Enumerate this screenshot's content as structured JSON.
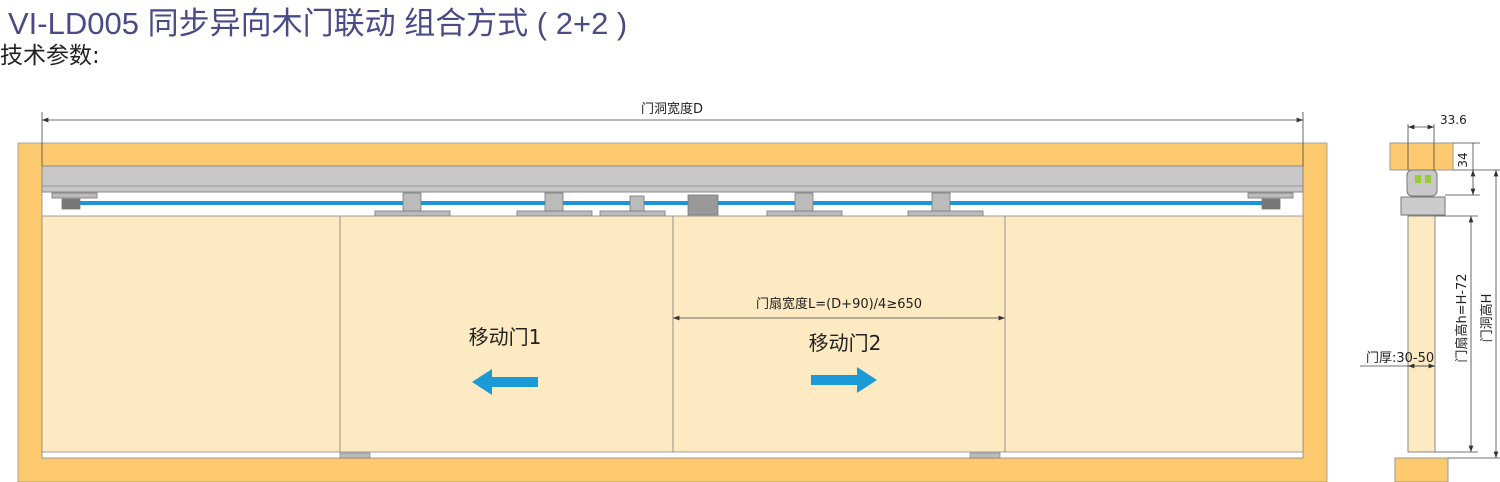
{
  "title": "VI-LD005 同步异向木门联动  组合方式 ( 2+2 )",
  "subtitle": "技术参数:",
  "dimensions": {
    "opening_width": "门洞宽度D",
    "leaf_width": "门扇宽度L=(D+90)/4≥650",
    "side_width": "33.6",
    "side_top": "34",
    "leaf_height": "门扇高h=H-72",
    "opening_height": "门洞高H",
    "thickness": "门厚:30-50"
  },
  "doors": {
    "moving_door_1": "移动门1",
    "moving_door_2": "移动门2"
  },
  "colors": {
    "frame": "#fcc96e",
    "door": "#fdeac2",
    "track": "#c8c8c8",
    "belt": "#1a95d8",
    "arrow": "#1a9ad6",
    "title": "#4a4a86"
  },
  "icons": {
    "left": "arrow-left-icon",
    "right": "arrow-right-icon"
  }
}
